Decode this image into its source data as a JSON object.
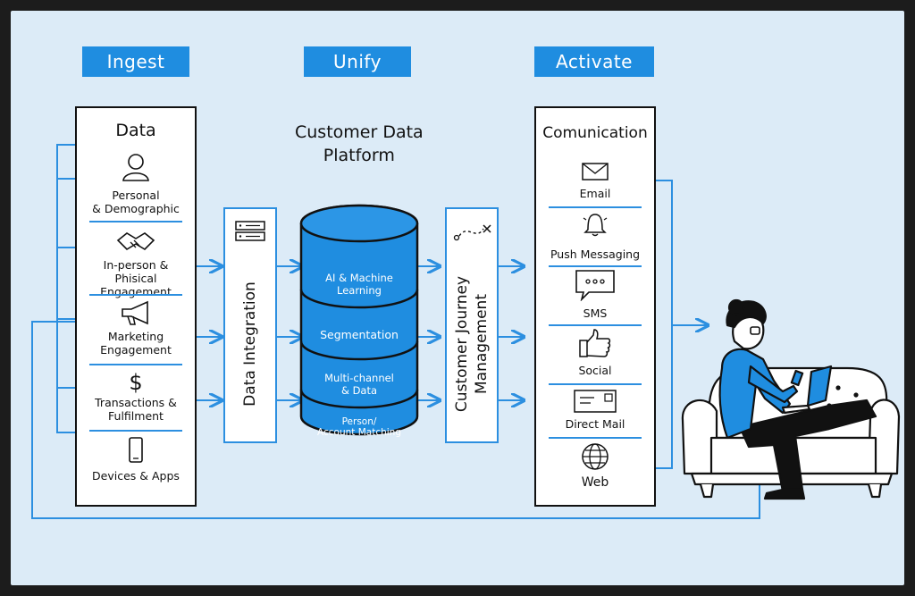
{
  "headers": {
    "ingest": "Ingest",
    "unify": "Unify",
    "activate": "Activate"
  },
  "data_column": {
    "title": "Data",
    "items": [
      "Personal\n& Demographic",
      "In-person & Phisical\nEngagement",
      "Marketing\nEngagement",
      "Transactions &\nFulfilment",
      "Devices & Apps"
    ]
  },
  "data_integration": "Data Integration",
  "cdp_title": "Customer Data\nPlatform",
  "cdp_segments": [
    "AI & Machine\nLearning",
    "Segmentation",
    "Multi-channel\n& Data",
    "Person/\nAccount Matching"
  ],
  "journey": "Customer Journey\nManagement",
  "communication": {
    "title": "Comunication",
    "items": [
      "Email",
      "Push Messaging",
      "SMS",
      "Social",
      "Direct Mail",
      "Web"
    ]
  },
  "colors": {
    "accent": "#1f8de0",
    "line": "#2c8fe0",
    "background": "#dcebf7",
    "frame": "#1c1c1c"
  }
}
